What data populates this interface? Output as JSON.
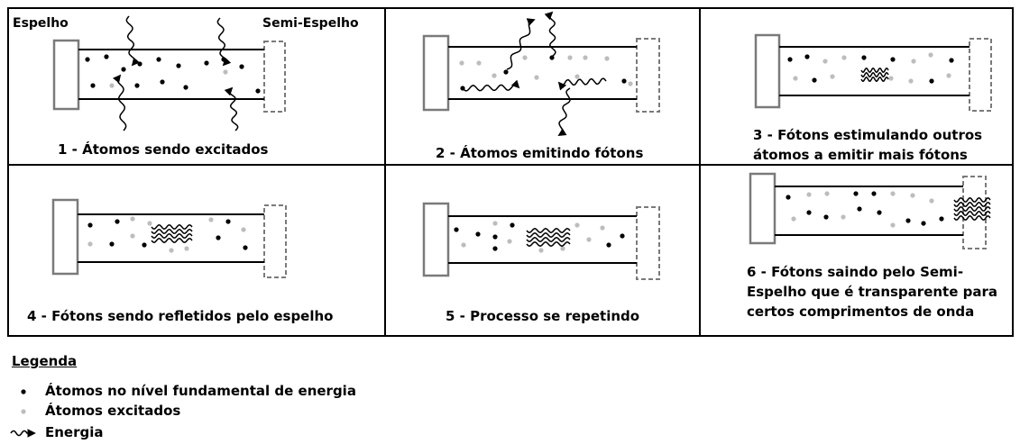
{
  "labels": {
    "mirror": "Espelho",
    "semi_mirror": "Semi-Espelho"
  },
  "panels": [
    {
      "caption": "1 - Átomos sendo excitados"
    },
    {
      "caption": "2 - Átomos emitindo fótons"
    },
    {
      "caption": "3 - Fótons estimulando outros átomos a emitir mais fótons"
    },
    {
      "caption": "4 - Fótons sendo refletidos pelo espelho"
    },
    {
      "caption": "5 - Processo se repetindo"
    },
    {
      "caption": "6 - Fótons saindo pelo Semi-Espelho que é transparente para certos comprimentos de onda"
    }
  ],
  "legend": {
    "title": "Legenda",
    "items": [
      {
        "label": "Átomos no nível fundamental de energia",
        "icon": "black-dot",
        "color": "#000000"
      },
      {
        "label": "Átomos excitados",
        "icon": "gray-dot",
        "color": "#bdbdbd"
      },
      {
        "label": "Energia",
        "icon": "wavy-arrow",
        "color": "#000000"
      }
    ]
  }
}
